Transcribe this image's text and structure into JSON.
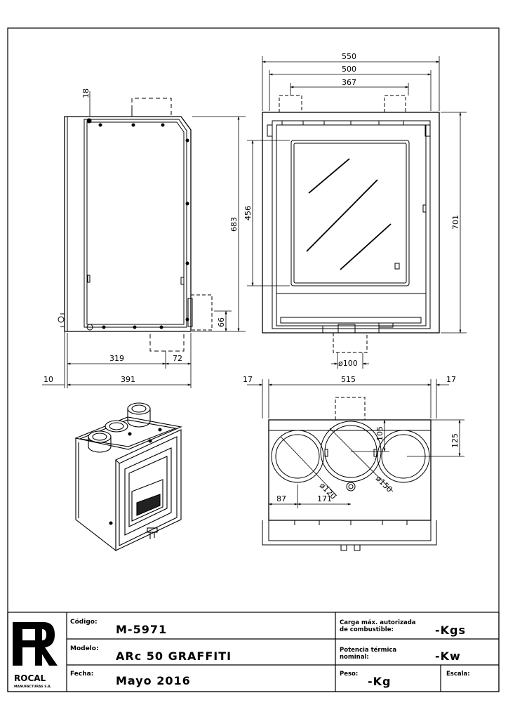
{
  "dimensions": {
    "front": {
      "overall_width": "550",
      "width_500": "500",
      "width_367": "367",
      "height_701": "701",
      "glass_height": "456"
    },
    "side": {
      "top_18": "18",
      "height_683": "683",
      "bottom_66": "66",
      "depth_319": "319",
      "depth_72": "72",
      "offset_10": "10",
      "total_391": "391"
    },
    "outlet": "ø100",
    "top": {
      "left_17": "17",
      "width_515": "515",
      "right_17": "17",
      "d_105": "105",
      "d_125": "125",
      "d_87": "87",
      "d_171": "171",
      "dia_120": "ø120",
      "dia_150": "ø150"
    }
  },
  "title_block": {
    "logo_glyph": "R",
    "logo_name": "ROCAL",
    "logo_tagline": "MANUFACTURAS S.A.",
    "codigo_label": "Código:",
    "codigo_value": "M-5971",
    "modelo_label": "Modelo:",
    "modelo_value": "ARc 50 GRAFFITI",
    "fecha_label": "Fecha:",
    "fecha_value": "Mayo 2016",
    "carga_label_1": "Carga máx. autorizada",
    "carga_label_2": "de combustible:",
    "carga_value": "-Kgs",
    "potencia_label_1": "Potencia térmica",
    "potencia_label_2": "nominal:",
    "potencia_value": "-Kw",
    "peso_label": "Peso:",
    "peso_value": "-Kg",
    "escala_label": "Escala:"
  }
}
